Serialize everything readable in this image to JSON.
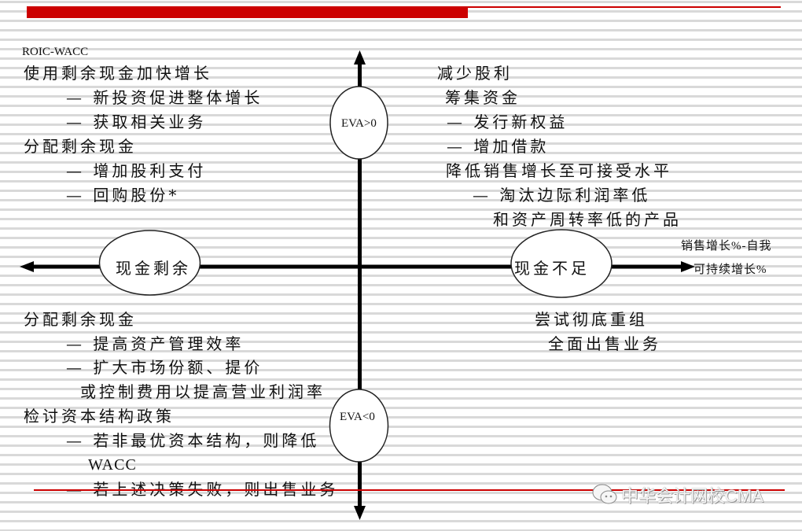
{
  "header": {
    "accent_bar_color": "#cc0000"
  },
  "axes": {
    "y_label": "ROIC-WACC",
    "x_label_line1": "销售增长%-自我",
    "x_label_line2": "可持续增长%",
    "top_node": "EVA>0",
    "bottom_node": "EVA<0",
    "left_node": "现金剩余",
    "right_node": "现金不足"
  },
  "quadrants": {
    "top_left": [
      "使用剩余现金加快增长",
      "— 新投资促进整体增长",
      "— 获取相关业务",
      "分配剩余现金",
      "— 增加股利支付",
      "— 回购股份*"
    ],
    "top_right": [
      "减少股利",
      "筹集资金",
      "— 发行新权益",
      "— 增加借款",
      "降低销售增长至可接受水平",
      "— 淘汰边际利润率低",
      "和资产周转率低的产品"
    ],
    "bottom_left": [
      "分配剩余现金",
      "— 提高资产管理效率",
      "— 扩大市场份额、提价",
      "或控制费用以提高营业利润率",
      "检讨资本结构政策",
      "— 若非最优资本结构，则降低",
      "WACC",
      "— 若上述决策失败，则出售业务"
    ],
    "bottom_right": [
      "尝试彻底重组",
      "全面出售业务"
    ]
  },
  "watermark": {
    "text": "中华会计网校CMA",
    "icon": "wechat-icon"
  }
}
